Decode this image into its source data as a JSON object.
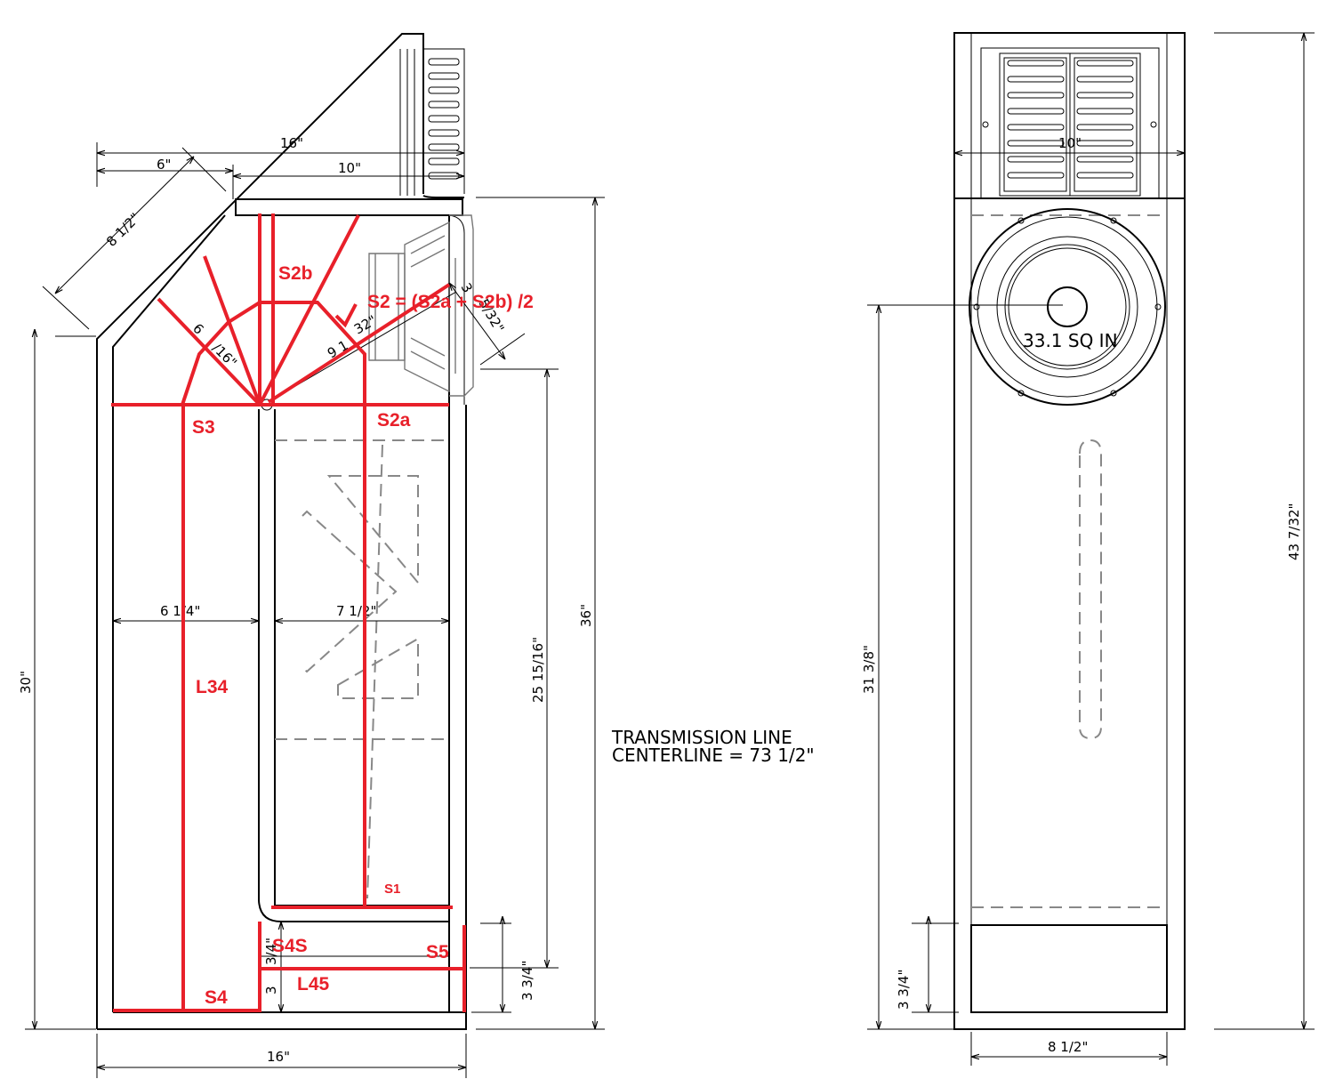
{
  "side_view": {
    "dimensions": {
      "top_width": "16\"",
      "top_left": "6\"",
      "top_right": "10\"",
      "slant": "8 1/2\"",
      "height_30": "30\"",
      "height_36": "36\"",
      "height_2515": "25 15/16\"",
      "port_height": "3 3/4\"",
      "inner_left": "6 1/4\"",
      "inner_right": "7 1/2\"",
      "bottom_width": "16\"",
      "small_34": "3/4\"",
      "small_3": "3",
      "diag_6": "6",
      "diag_16": "/16\"",
      "diag_9": "9 1",
      "diag_32": "32\"",
      "driver_3": "3",
      "driver_532": "5/32\""
    },
    "labels": {
      "s2": "S2 = (S2a + S2b) /2",
      "s2b": "S2b",
      "s2a": "S2a",
      "s3": "S3",
      "l34": "L34",
      "s1": "S1",
      "s4s": "S4S",
      "s5": "S5",
      "l45": "L45",
      "s4": "S4"
    }
  },
  "note": {
    "line1": "TRANSMISSION LINE",
    "line2": "CENTERLINE = 73 1/2\""
  },
  "front_view": {
    "dimensions": {
      "top_width": "10\"",
      "height_31": "31 3/8\"",
      "height_43": "43 7/32\"",
      "port_height": "3 3/4\"",
      "width": "8 1/2\""
    },
    "area_label": "33.1 SQ IN"
  },
  "colors": {
    "annotation": "#e8202a",
    "drawing": "#000000",
    "hidden_lines": "#888888"
  }
}
